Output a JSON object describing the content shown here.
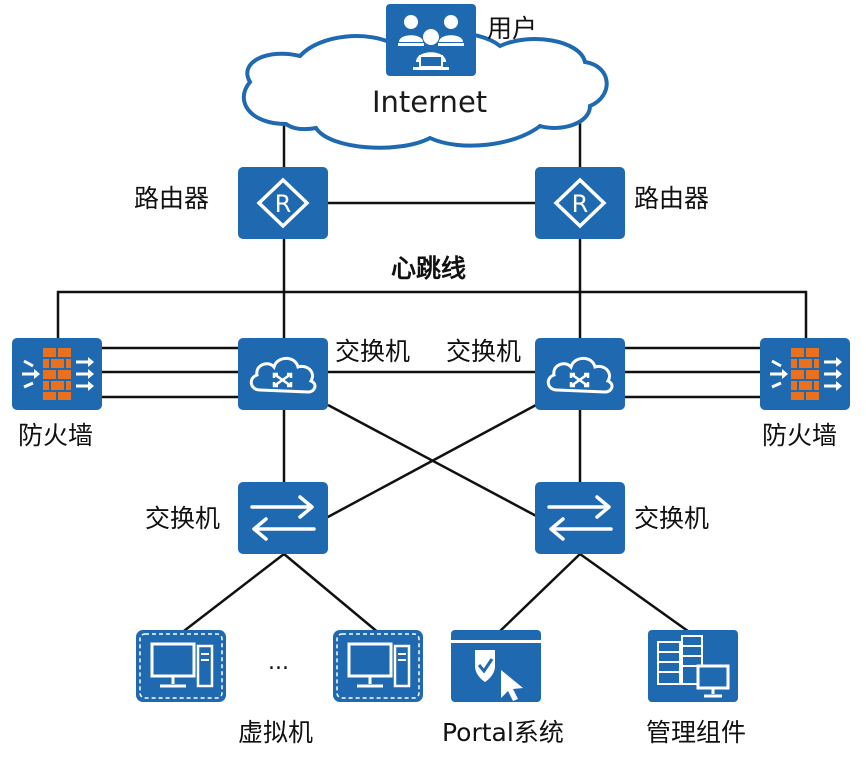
{
  "labels": {
    "users": "用户",
    "internet": "Internet",
    "router_left": "路由器",
    "router_right": "路由器",
    "heartbeat": "心跳线",
    "core_switch_left": "交换机",
    "core_switch_right": "交换机",
    "firewall_left": "防火墙",
    "firewall_right": "防火墙",
    "access_switch_left": "交换机",
    "access_switch_right": "交换机",
    "vm_ellipsis": "...",
    "vm": "虚拟机",
    "portal": "Portal系统",
    "mgmt": "管理组件"
  },
  "colors": {
    "device_blue": "#1f69b1",
    "firewall_orange": "#e8701e",
    "line": "#111111",
    "cloud_stroke": "#1f69b1"
  },
  "icons": {
    "users": "users-icon",
    "router": "router-icon",
    "core_switch": "cloud-switch-icon",
    "access_switch": "switch-arrows-icon",
    "firewall": "firewall-icon",
    "vm": "computer-icon",
    "portal": "shield-cursor-icon",
    "mgmt": "server-monitor-icon"
  }
}
